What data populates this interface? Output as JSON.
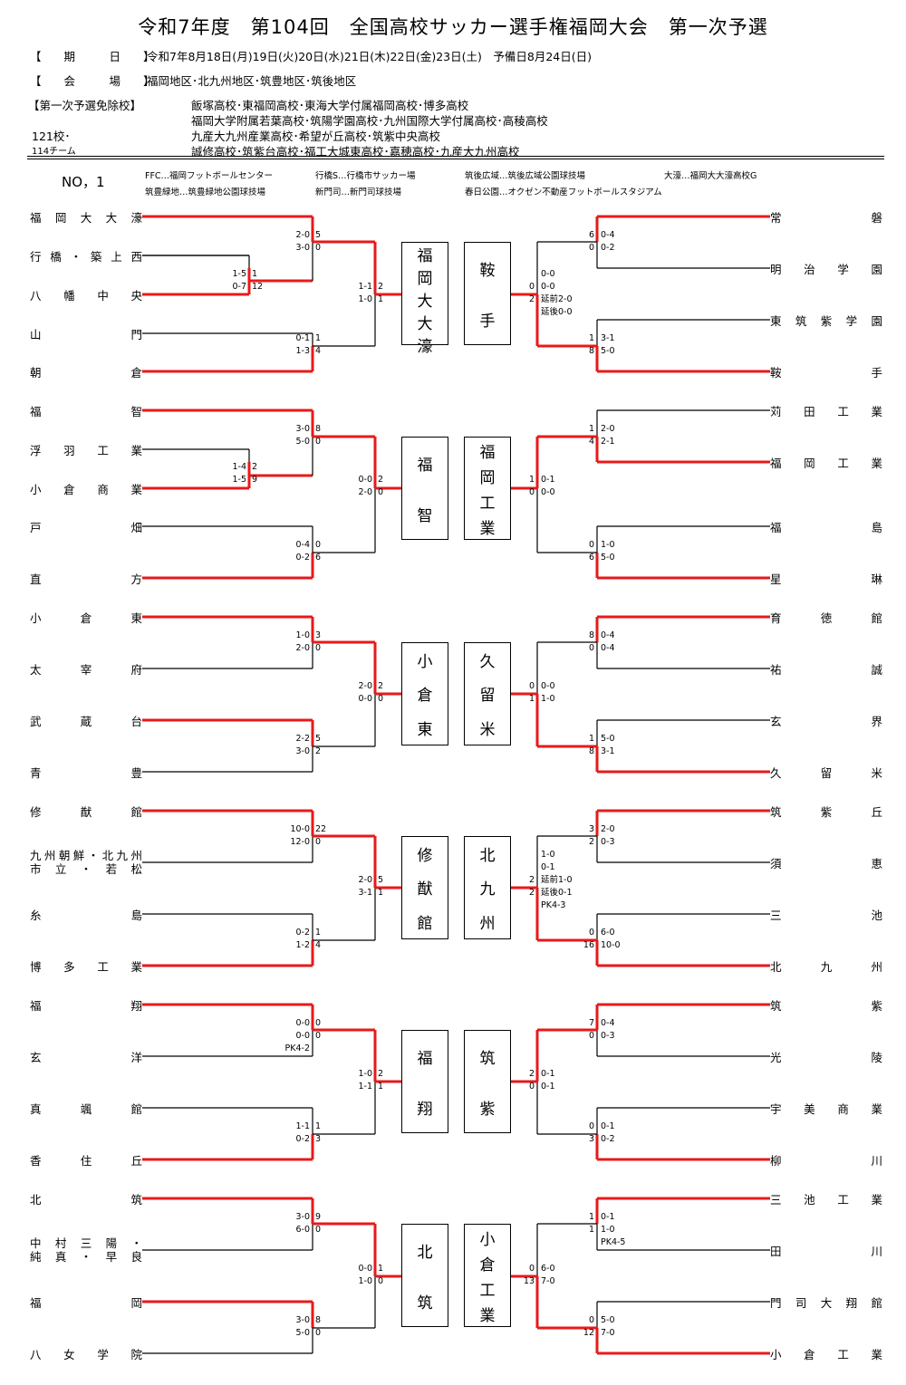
{
  "header": {
    "title": "令和7年度　第104回　全国高校サッカー選手権福岡大会　第一次予選",
    "period_label": "【　　期　　　日　　】",
    "period": "令和7年8月18日(月)19日(火)20日(水)21日(木)22日(金)23日(土)　予備日8月24日(日)",
    "venue_label": "【　　会　　　場　　】",
    "venue": "福岡地区･北九州地区･筑豊地区･筑後地区",
    "exempt_label": "【第一次予選免除校】",
    "exempt_lines": [
      "飯塚高校･東福岡高校･東海大学付属福岡高校･博多高校",
      "福岡大学附属若葉高校･筑陽学園高校･九州国際大学付属高校･高稜高校",
      "九産大九州産業高校･希望が丘高校･筑紫中央高校",
      "誠修高校･筑紫台高校･福工大城東高校･嘉穂高校･九産大九州高校"
    ],
    "count_schools": "121校･",
    "count_teams": "114チーム"
  },
  "bracket_no": "NO，1",
  "venue_keys": [
    "FFC…福岡フットボールセンター",
    "行橋S…行橋市サッカー場",
    "筑後広域…筑後広域公園球技場",
    "大濠…福岡大大濠高校G",
    "筑豊緑地…筑豊緑地公園球技場",
    "新門司…新門司球技場",
    "春日公園…オクゼン不動産フットボールスタジアム"
  ],
  "left_teams": [
    {
      "name": "福岡大大濠"
    },
    {
      "name": "行橋・築上西"
    },
    {
      "name": "八幡中央"
    },
    {
      "name": "山門"
    },
    {
      "name": "朝倉"
    },
    {
      "name": "福智"
    },
    {
      "name": "浮羽工業"
    },
    {
      "name": "小倉商業"
    },
    {
      "name": "戸畑"
    },
    {
      "name": "直方"
    },
    {
      "name": "小倉東"
    },
    {
      "name": "太宰府"
    },
    {
      "name": "武蔵台"
    },
    {
      "name": "青豊"
    },
    {
      "name": "修猷館"
    },
    {
      "lines": [
        "九州朝鮮・北九州",
        "市立・若松"
      ]
    },
    {
      "name": "糸島"
    },
    {
      "name": "博多工業"
    },
    {
      "name": "福翔"
    },
    {
      "name": "玄洋"
    },
    {
      "name": "真颯館"
    },
    {
      "name": "香住丘"
    },
    {
      "name": "北筑"
    },
    {
      "lines": [
        "中村三陽・",
        "純真・早良"
      ]
    },
    {
      "name": "福岡"
    },
    {
      "name": "八女学院"
    }
  ],
  "right_teams": [
    {
      "name": "常磐"
    },
    {
      "name": "明治学園"
    },
    {
      "name": "東筑紫学園"
    },
    {
      "name": "鞍手"
    },
    {
      "name": "苅田工業"
    },
    {
      "name": "福岡工業"
    },
    {
      "name": "福島"
    },
    {
      "name": "星琳"
    },
    {
      "name": "育徳館"
    },
    {
      "name": "祐誠"
    },
    {
      "name": "玄界"
    },
    {
      "name": "久留米"
    },
    {
      "name": "筑紫丘"
    },
    {
      "name": "須恵"
    },
    {
      "name": "三池"
    },
    {
      "name": "北九州"
    },
    {
      "name": "筑紫"
    },
    {
      "name": "光陵"
    },
    {
      "name": "宇美商業"
    },
    {
      "name": "柳川"
    },
    {
      "name": "三池工業"
    },
    {
      "name": "田川"
    },
    {
      "name": "門司大翔館"
    },
    {
      "name": "小倉工業"
    }
  ],
  "winners_left": [
    "福岡大大濠",
    "福智",
    "小倉東",
    "修猷館",
    "福翔",
    "北筑"
  ],
  "winners_right": [
    "鞍手",
    "福岡工業",
    "久留米",
    "北九州",
    "筑紫",
    "小倉工業"
  ],
  "scores": {
    "g1a": [
      "2-0",
      "3-0"
    ],
    "g1a_t": [
      "5",
      "0"
    ],
    "g1pre": [
      "1-5",
      "0-7"
    ],
    "g1pre_t": [
      "1",
      "12"
    ],
    "g1b": [
      "0-1",
      "1-3"
    ],
    "g1b_t": [
      "1",
      "4"
    ],
    "g1f": [
      "1-1",
      "1-0"
    ],
    "g1f_t": [
      "2",
      "1"
    ],
    "g1ra": [
      "0-4",
      "0-2"
    ],
    "g1ra_t": [
      "6",
      "0"
    ],
    "g1rb": [
      "3-1",
      "5-0"
    ],
    "g1rb_t": [
      "1",
      "8"
    ],
    "g1rf": [
      "0-0",
      "0-0",
      "延前2-0",
      "延後0-0"
    ],
    "g1rf_t": [
      "0",
      "2"
    ],
    "g2a": [
      "3-0",
      "5-0"
    ],
    "g2a_t": [
      "8",
      "0"
    ],
    "g2pre": [
      "1-4",
      "1-5"
    ],
    "g2pre_t": [
      "2",
      "9"
    ],
    "g2b": [
      "0-4",
      "0-2"
    ],
    "g2b_t": [
      "0",
      "6"
    ],
    "g2f": [
      "0-0",
      "2-0"
    ],
    "g2f_t": [
      "2",
      "0"
    ],
    "g2ra": [
      "2-0",
      "2-1"
    ],
    "g2ra_t": [
      "1",
      "4"
    ],
    "g2rb": [
      "1-0",
      "5-0"
    ],
    "g2rb_t": [
      "0",
      "6"
    ],
    "g2rf": [
      "0-1",
      "0-0"
    ],
    "g2rf_t": [
      "1",
      "0"
    ],
    "g3a": [
      "1-0",
      "2-0"
    ],
    "g3a_t": [
      "3",
      "0"
    ],
    "g3b": [
      "2-2",
      "3-0"
    ],
    "g3b_t": [
      "5",
      "2"
    ],
    "g3f": [
      "2-0",
      "0-0"
    ],
    "g3f_t": [
      "2",
      "0"
    ],
    "g3ra": [
      "0-4",
      "0-4"
    ],
    "g3ra_t": [
      "8",
      "0"
    ],
    "g3rb": [
      "5-0",
      "3-1"
    ],
    "g3rb_t": [
      "1",
      "8"
    ],
    "g3rf": [
      "0-0",
      "1-0"
    ],
    "g3rf_t": [
      "0",
      "1"
    ],
    "g4a": [
      "10-0",
      "12-0"
    ],
    "g4a_t": [
      "22",
      "0"
    ],
    "g4b": [
      "0-2",
      "1-2"
    ],
    "g4b_t": [
      "1",
      "4"
    ],
    "g4f": [
      "2-0",
      "3-1"
    ],
    "g4f_t": [
      "5",
      "1"
    ],
    "g4ra": [
      "2-0",
      "0-3"
    ],
    "g4ra_t": [
      "3",
      "2"
    ],
    "g4rb": [
      "6-0",
      "10-0"
    ],
    "g4rb_t": [
      "0",
      "16"
    ],
    "g4rf": [
      "1-0",
      "0-1",
      "延前1-0",
      "延後0-1",
      "PK4-3"
    ],
    "g4rf_t": [
      "2",
      "2"
    ],
    "g5a": [
      "0-0",
      "0-0",
      "PK4-2"
    ],
    "g5a_t": [
      "0",
      "0"
    ],
    "g5b": [
      "1-1",
      "0-2"
    ],
    "g5b_t": [
      "1",
      "3"
    ],
    "g5f": [
      "1-0",
      "1-1"
    ],
    "g5f_t": [
      "2",
      "1"
    ],
    "g5ra": [
      "0-4",
      "0-3"
    ],
    "g5ra_t": [
      "7",
      "0"
    ],
    "g5rb": [
      "0-1",
      "0-2"
    ],
    "g5rb_t": [
      "0",
      "3"
    ],
    "g5rf": [
      "0-1",
      "0-1"
    ],
    "g5rf_t": [
      "2",
      "0"
    ],
    "g6a": [
      "3-0",
      "6-0"
    ],
    "g6a_t": [
      "9",
      "0"
    ],
    "g6b": [
      "3-0",
      "5-0"
    ],
    "g6b_t": [
      "8",
      "0"
    ],
    "g6f": [
      "0-0",
      "1-0"
    ],
    "g6f_t": [
      "1",
      "0"
    ],
    "g6ra": [
      "0-1",
      "1-0",
      "PK4-5"
    ],
    "g6ra_t": [
      "1",
      "1"
    ],
    "g6rb": [
      "5-0",
      "7-0"
    ],
    "g6rb_t": [
      "0",
      "12"
    ],
    "g6rf": [
      "6-0",
      "7-0"
    ],
    "g6rf_t": [
      "0",
      "13"
    ]
  },
  "colors": {
    "win": "#e8191a",
    "line": "#000000"
  }
}
